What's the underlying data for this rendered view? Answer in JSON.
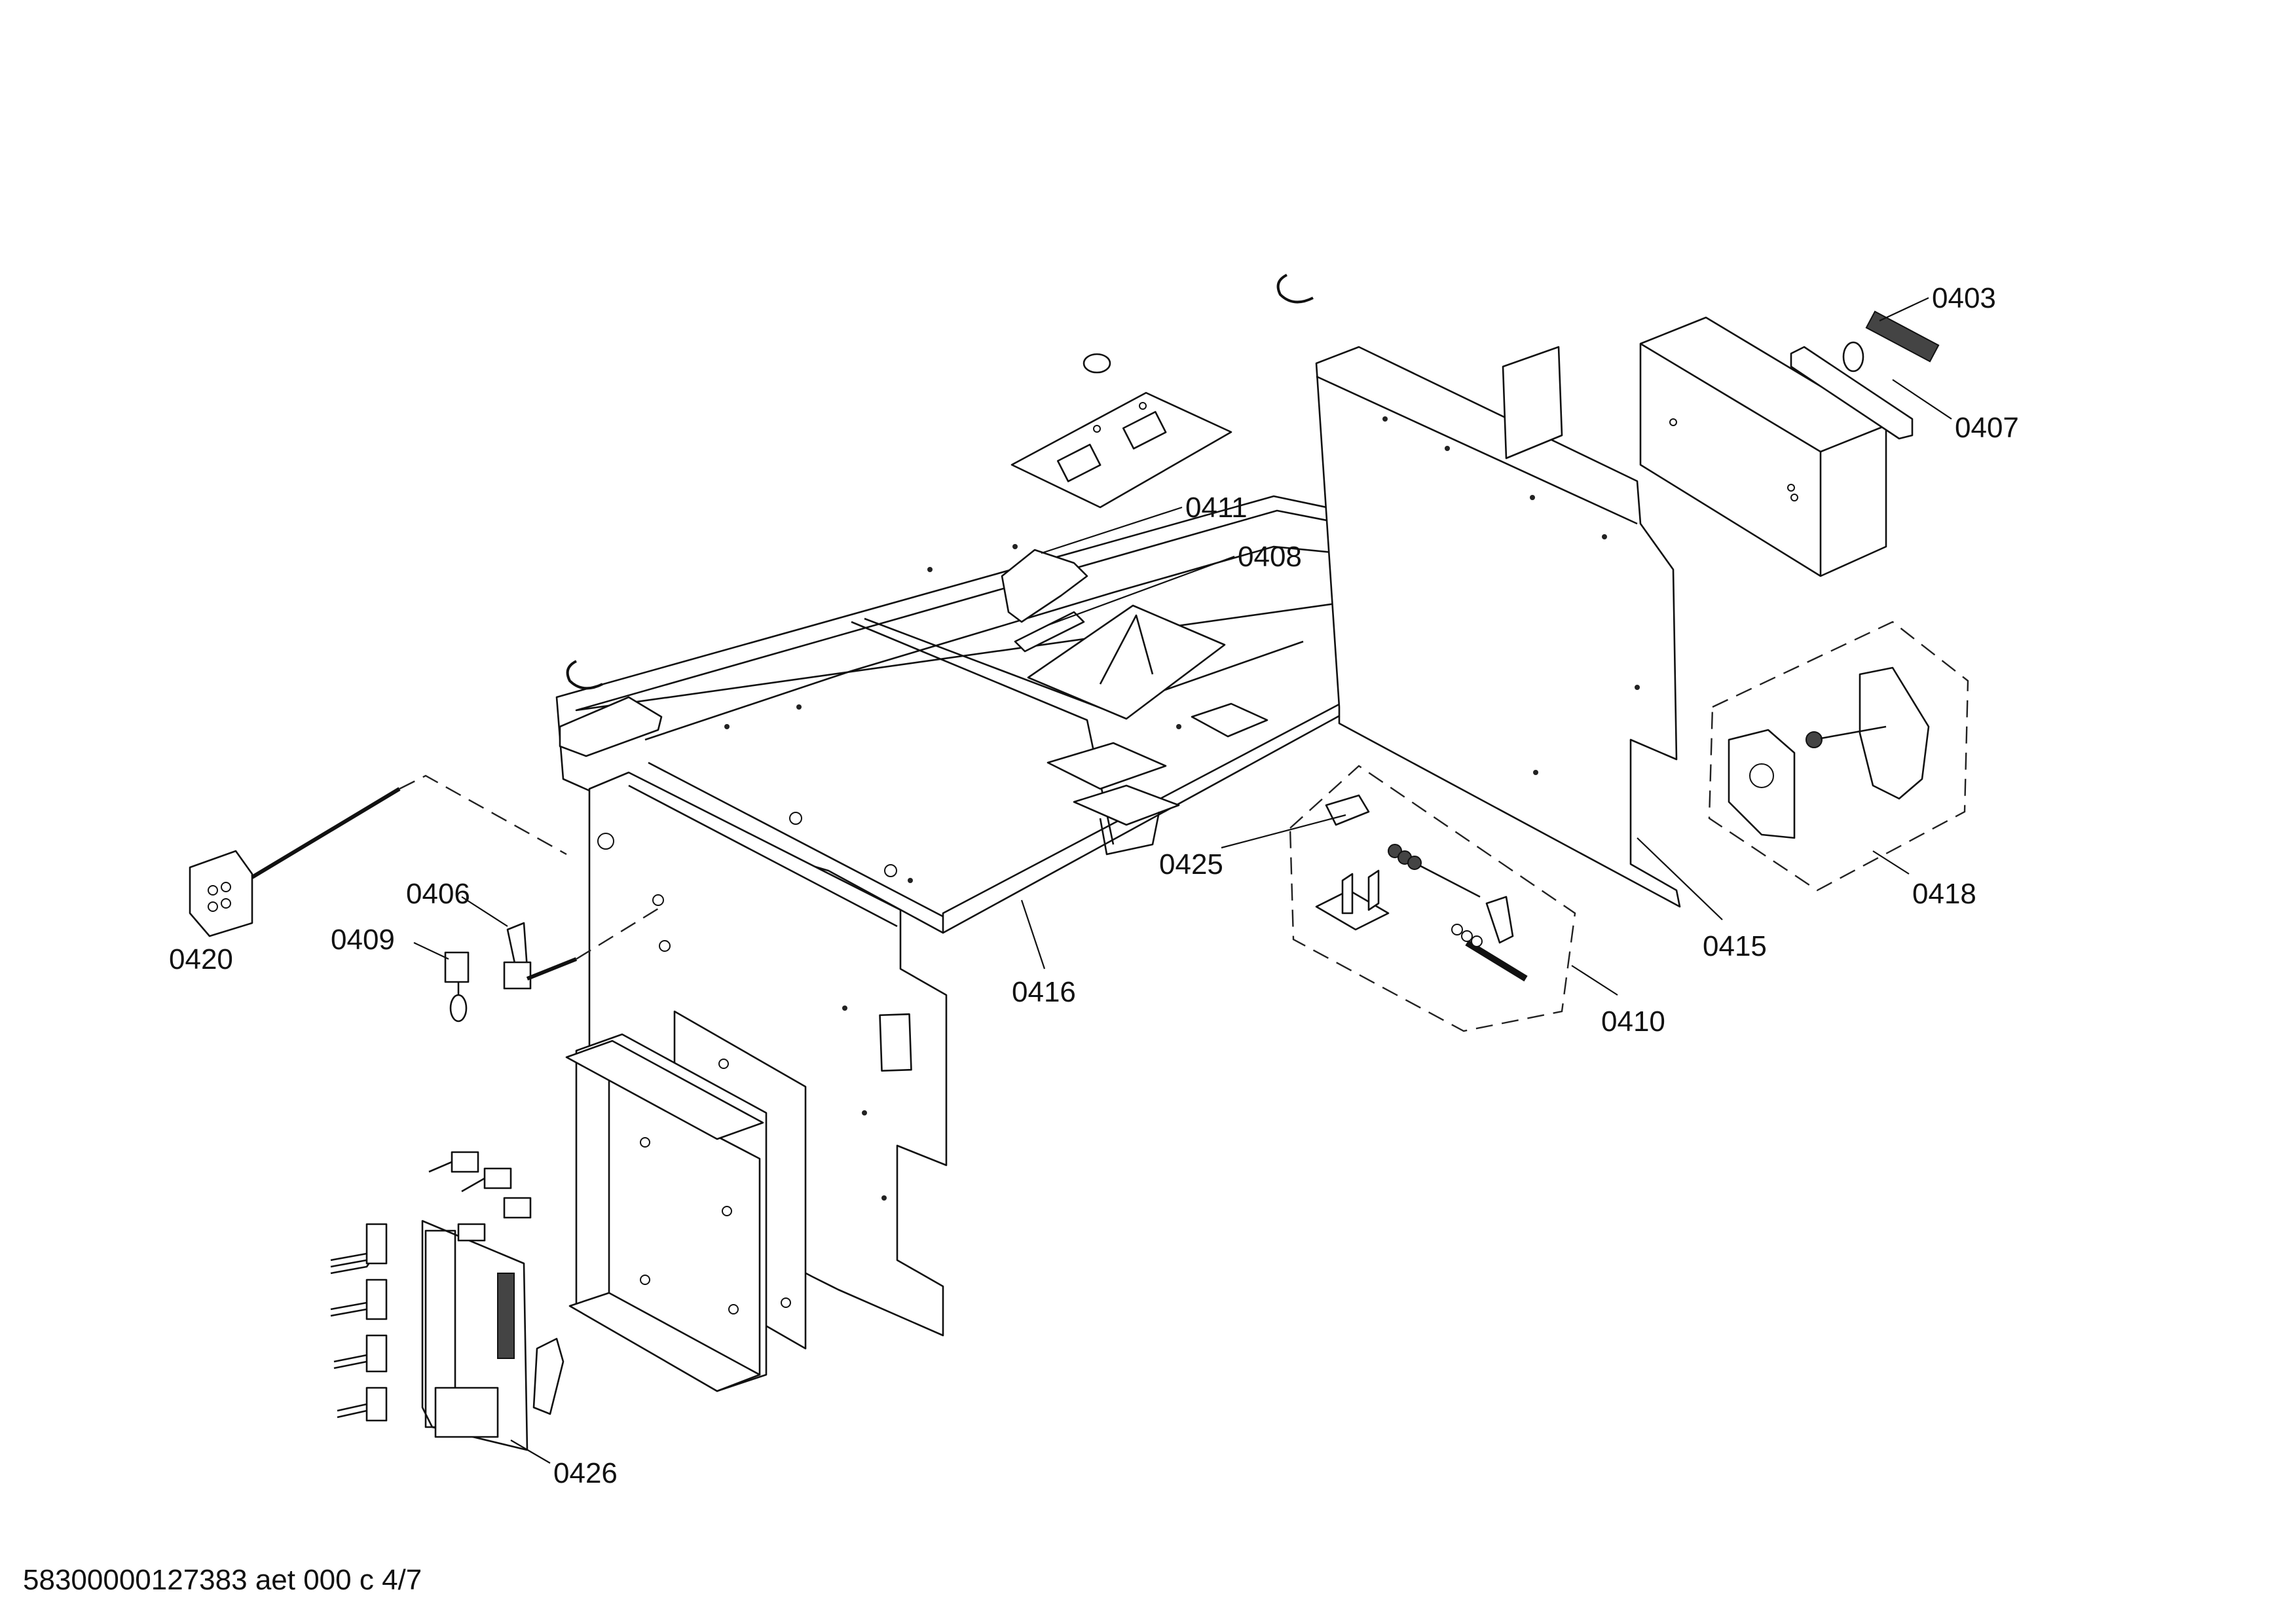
{
  "diagram": {
    "part_labels": [
      {
        "id": "0403",
        "text": "0403"
      },
      {
        "id": "0407",
        "text": "0407"
      },
      {
        "id": "0411",
        "text": "0411"
      },
      {
        "id": "0408",
        "text": "0408"
      },
      {
        "id": "0418",
        "text": "0418"
      },
      {
        "id": "0415",
        "text": "0415"
      },
      {
        "id": "0425",
        "text": "0425"
      },
      {
        "id": "0410",
        "text": "0410"
      },
      {
        "id": "0416",
        "text": "0416"
      },
      {
        "id": "0406",
        "text": "0406"
      },
      {
        "id": "0409",
        "text": "0409"
      },
      {
        "id": "0420",
        "text": "0420"
      },
      {
        "id": "0426",
        "text": "0426"
      }
    ]
  },
  "footer": {
    "document_code": "58300000127383 aet 000 c 4/7"
  },
  "colors": {
    "line": "#111111",
    "background": "#ffffff"
  }
}
